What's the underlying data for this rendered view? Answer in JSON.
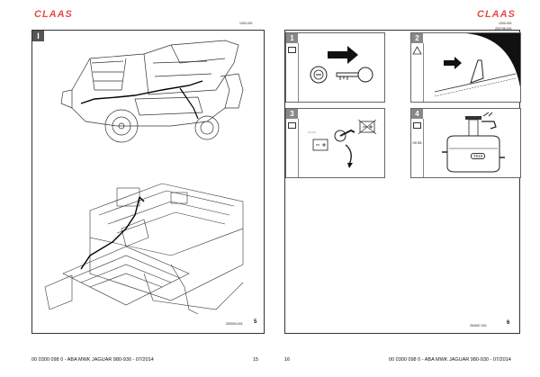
{
  "brand": "CLAAS",
  "left_page": {
    "ref_top": "1000-001",
    "badge": "I",
    "figure_ref": "Z53903-001",
    "figure_num": "5",
    "footer_doc": "00 0300 098 0 - ABA MWK JAGUAR 980-930 - 07/2014",
    "page_number": "15"
  },
  "right_page": {
    "ref_top_1": "1000-001",
    "ref_top_2": "Z53756-001",
    "panels": [
      {
        "num": "1"
      },
      {
        "num": "2"
      },
      {
        "num": "3"
      },
      {
        "num": "4",
        "sub": "09 55",
        "tank_label": "T010"
      }
    ],
    "figure_ref": "Z54067-001",
    "figure_num": "6",
    "footer_doc": "00 0300 098 0 - ABA MWK JAGUAR 980-930 - 07/2014",
    "page_number": "16"
  }
}
